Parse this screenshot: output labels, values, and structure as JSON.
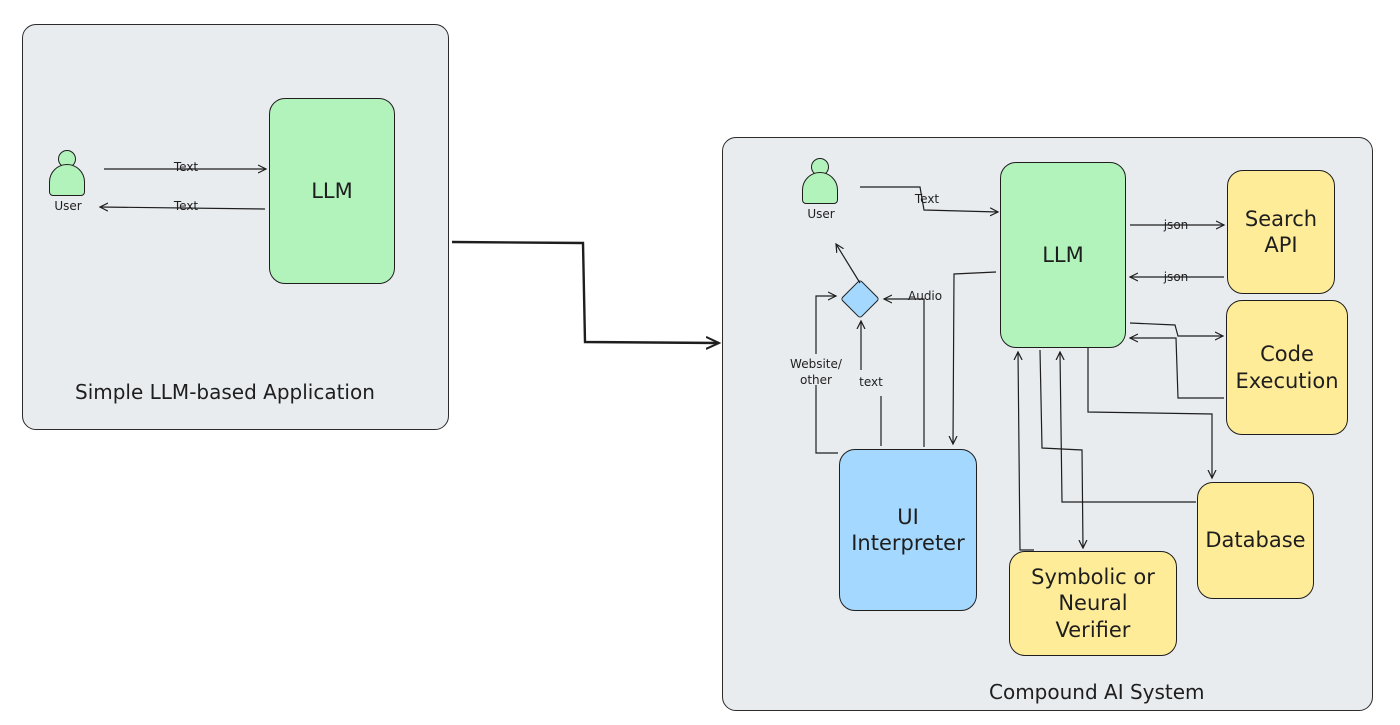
{
  "simple": {
    "title": "Simple LLM-based Application",
    "user_label": "User",
    "llm_label": "LLM",
    "text_in": "Text",
    "text_out": "Text"
  },
  "compound": {
    "title": "Compound AI System",
    "user_label": "User",
    "llm_label": "LLM",
    "text_label": "Text",
    "search_api": "Search\nAPI",
    "code_execution": "Code\nExecution",
    "database": "Database",
    "verifier": "Symbolic or\nNeural\nVerifier",
    "ui_interpreter": "UI\nInterpreter",
    "json_request": "json",
    "json_response": "json",
    "audio_label": "Audio",
    "website_label": "Website/\nother",
    "text_small": "text"
  },
  "colors": {
    "llm": "#b2f2bb",
    "tool": "#ffec99",
    "interpreter": "#a5d8ff",
    "panel": "#e9ecef"
  }
}
